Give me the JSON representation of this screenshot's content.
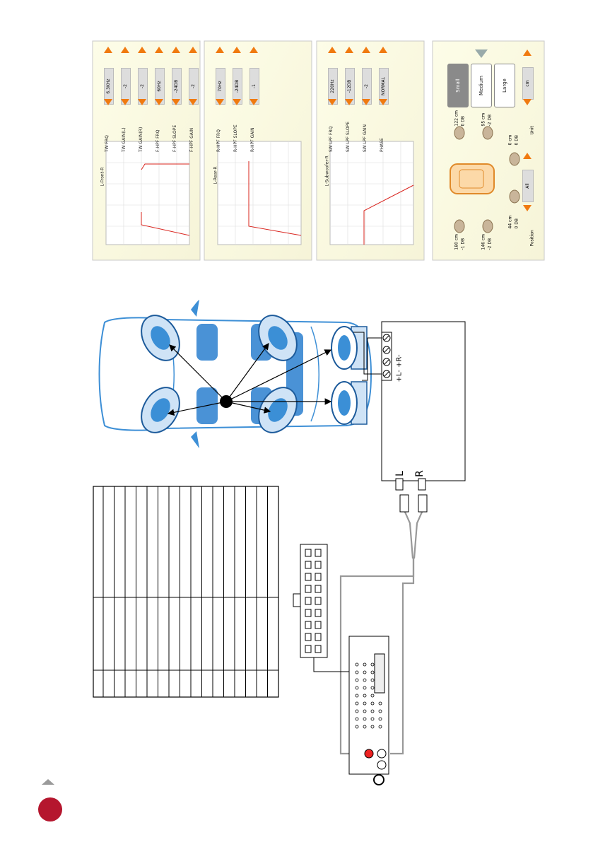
{
  "colors": {
    "car_outline": "#3d8fd6",
    "car_seat": "#2b7fd0",
    "speaker_blue": "#3b8fd6",
    "curve_red": "#d9241e",
    "arrow_orange": "#f07a10",
    "badge_red": "#b5162e",
    "up_arrow_gray": "#9a9a9a",
    "cable_gray": "#b0b0b0"
  },
  "eq_panels": [
    {
      "title": "L-Front-R",
      "params": [
        {
          "label": "TW FRQ",
          "value": "6.3KHz"
        },
        {
          "label": "TW GAIN(L)",
          "value": "-2"
        },
        {
          "label": "TW GAIN(R)",
          "value": "-2"
        },
        {
          "label": "F-HPF FRQ",
          "value": "60Hz"
        },
        {
          "label": "F-HPF SLOPE",
          "value": "-24DB"
        },
        {
          "label": "F-HPF GAIN",
          "value": "-2"
        }
      ]
    },
    {
      "title": "L-Rear-R",
      "params": [
        {
          "label": "R-HPF FRQ",
          "value": "70Hz"
        },
        {
          "label": "R-HPF SLOPE",
          "value": "-24DB"
        },
        {
          "label": "R-HPF GAIN",
          "value": "-1"
        }
      ]
    },
    {
      "title": "L-Subwoofer-R",
      "params": [
        {
          "label": "SW LPF FRQ",
          "value": "220Hz"
        },
        {
          "label": "SW LPF SLOPE",
          "value": "-12DB"
        },
        {
          "label": "SW LPF GAIN",
          "value": "-2"
        },
        {
          "label": "PHASE",
          "value": "NORMAL"
        }
      ]
    }
  ],
  "position_panel": {
    "buttons": [
      "Small",
      "Medium",
      "Large"
    ],
    "unit_label": "Unit",
    "unit_value": "cm",
    "position_label": "Position",
    "position_value": "All",
    "speakers": [
      {
        "distance": "180 cm",
        "gain": "-1 DB"
      },
      {
        "distance": "146 cm",
        "gain": "-2 DB"
      },
      {
        "distance": "122 cm",
        "gain": "0 DB"
      },
      {
        "distance": "95 cm",
        "gain": "-2 DB"
      },
      {
        "distance": "44 cm",
        "gain": "0 DB"
      },
      {
        "distance": "0 cm",
        "gain": "0 DB"
      }
    ]
  },
  "amp": {
    "terminals": "+L-  +R-",
    "input_l": "L",
    "input_r": "R"
  }
}
